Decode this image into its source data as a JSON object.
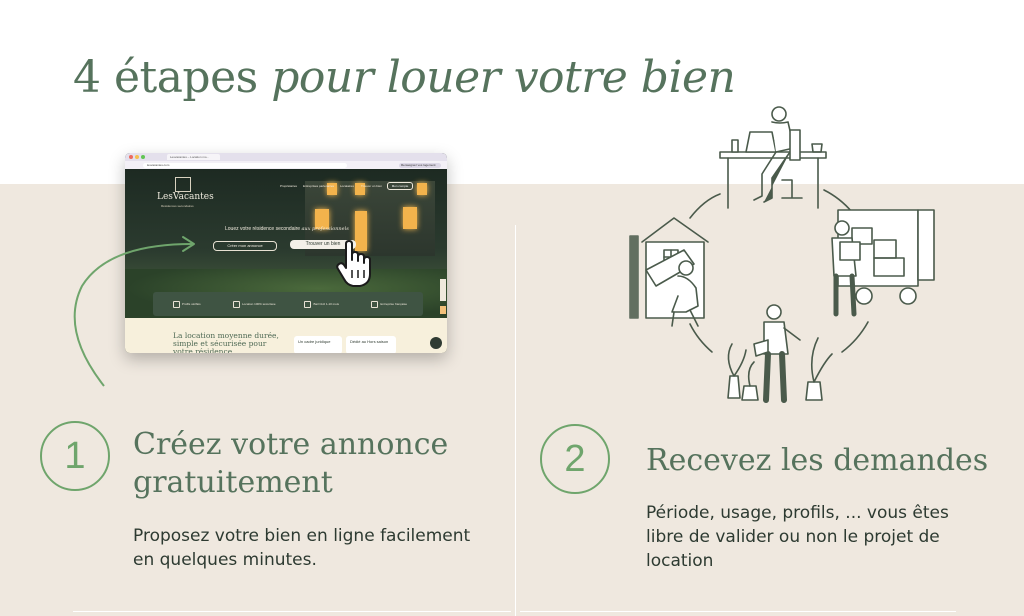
{
  "headline": {
    "regular": "4 étapes",
    "italic": "pour louer votre bien"
  },
  "browser": {
    "tab_title": "Lesvacantes – Location mo...",
    "url": "lesvacantes.com",
    "url_pill": "Renseignez vos logement",
    "logo": "LesVacantes",
    "logo_subtitle": "Résidences secondaires",
    "nav": [
      "Propriétaires",
      "Entreprises partenaires",
      "Locataires",
      "Trouver un bien"
    ],
    "nav_button": "Mon compte",
    "hero_tagline_start": "Louez votre résidence secondaire",
    "hero_tagline_italic": "aux professionnels",
    "btn_create": "Créer mon annonce",
    "btn_find": "Trouver un bien",
    "features": [
      "Profils vérifiés",
      "Location 100% sécurisée",
      "Bail Civil 1-10 mois",
      "Entreprise française"
    ],
    "cream_text": "La location moyenne durée, simple et sécurisée pour votre résidence",
    "pill_1": "Un cadre juridique",
    "pill_2": "Dédié au Hors saison"
  },
  "steps": [
    {
      "number": "1",
      "title": "Créez votre annonce gratuitement",
      "description": "Proposez votre bien en ligne facilement en quelques minutes."
    },
    {
      "number": "2",
      "title": "Recevez les demandes",
      "description": "Période, usage, profils, ... vous êtes libre de valider ou non le projet de location"
    }
  ],
  "colors": {
    "accent_green": "#6fa56c",
    "heading_green": "#56735d",
    "beige": "#efe8df",
    "text_dark": "#2d3a31"
  }
}
